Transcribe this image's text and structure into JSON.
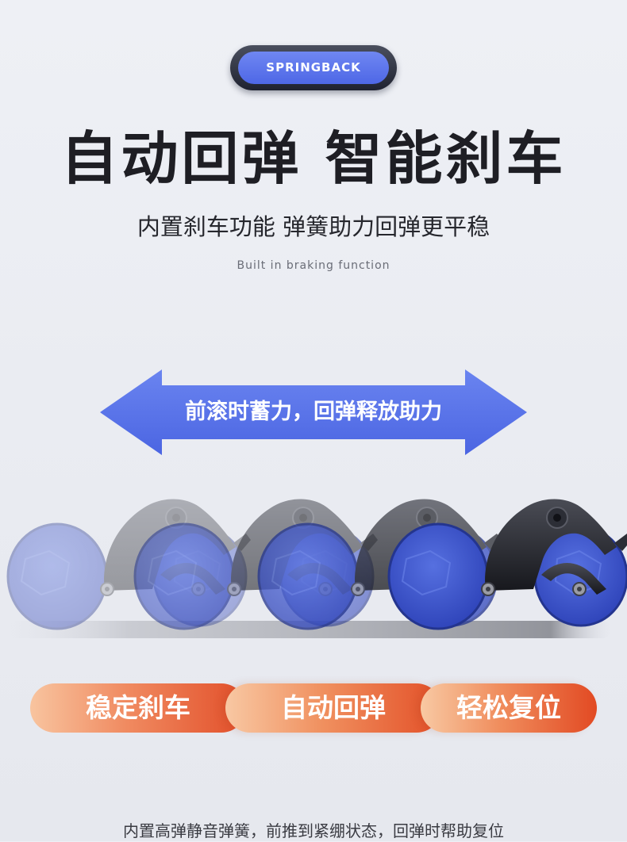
{
  "badge": {
    "label": "SPRINGBACK"
  },
  "headline": "自动回弹 智能刹车",
  "subtitle": "内置刹车功能 弹簧助力回弹更平稳",
  "english_caption": "Built in braking function",
  "arrow": {
    "label": "前滚时蓄力，回弹释放助力",
    "color": "#5a73e8"
  },
  "product": {
    "wheel_color": "#3d54cf",
    "frame_color": "#2b2d33"
  },
  "features": [
    {
      "label": "稳定刹车"
    },
    {
      "label": "自动回弹"
    },
    {
      "label": "轻松复位"
    }
  ],
  "accent_colors": {
    "pill_start": "#f8c49f",
    "pill_end": "#e24f2a"
  },
  "footer_text": "内置高弹静音弹簧，前推到紧绷状态，回弹时帮助复位"
}
